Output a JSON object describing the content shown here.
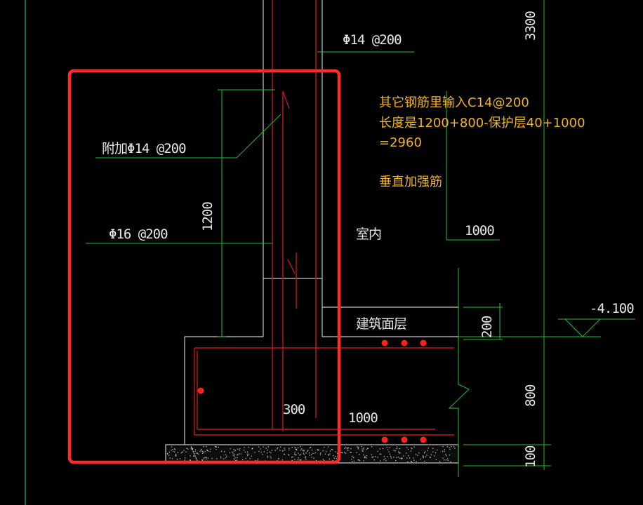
{
  "drawing": {
    "dimension_labels": {
      "top_right_height": "3300",
      "wall_height": "1200",
      "indoor_offset": "1000",
      "floor_thickness": "200",
      "footing_thickness": "800",
      "cushion_thickness": "100",
      "wall_width": "300",
      "footing_toe": "1000"
    },
    "rebar_labels": {
      "vertical_top": "Φ14 @200",
      "additional": "附加Φ14 @200",
      "main_vertical": "Φ16 @200"
    },
    "text_labels": {
      "indoor": "室内",
      "floor_layer": "建筑面层",
      "elevation": "-4.100"
    }
  },
  "annotation": {
    "line1": "其它钢筋里输入C14@200",
    "line2": "长度是1200+800-保护层40+1000",
    "line3": "=2960",
    "line4": "垂直加强筋"
  },
  "colors": {
    "highlight": "#ff2a2a",
    "annotation_text": "#f2b21c",
    "dimension_green": "#1fbf2a",
    "rebar_red": "#c01818",
    "wall_grey": "#c8c8c8",
    "guide_cyan": "#2aa7a7"
  }
}
